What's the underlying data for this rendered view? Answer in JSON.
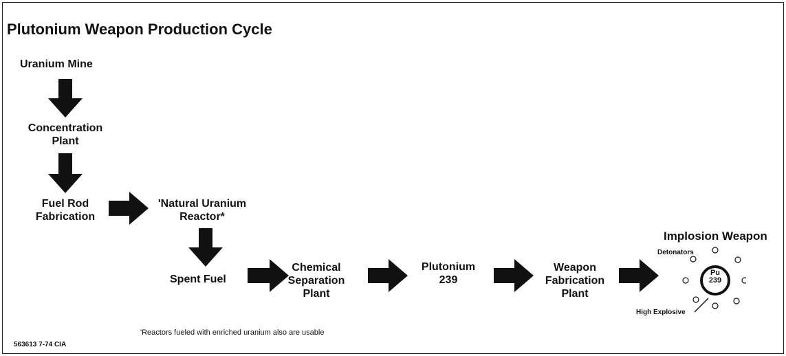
{
  "title": "Plutonium Weapon Production Cycle",
  "steps": {
    "uranium_mine": "Uranium Mine",
    "concentration_plant": "Concentration\nPlant",
    "fuel_rod_fabrication": "Fuel Rod\nFabrication",
    "reactor": "'Natural Uranium\nReactor*",
    "spent_fuel": "Spent Fuel",
    "chemical_separation": "Chemical\nSeparation\nPlant",
    "plutonium": "Plutonium\n239",
    "weapon_fabrication": "Weapon\nFabrication\nPlant"
  },
  "weapon": {
    "title": "Implosion Weapon",
    "detonators_label": "Detonators",
    "core_label": "Pu\n239",
    "explosive_label": "High Explosive"
  },
  "footnote": "'Reactors fueled with enriched uranium also are usable",
  "source_code": "563613 7-74 CIA"
}
